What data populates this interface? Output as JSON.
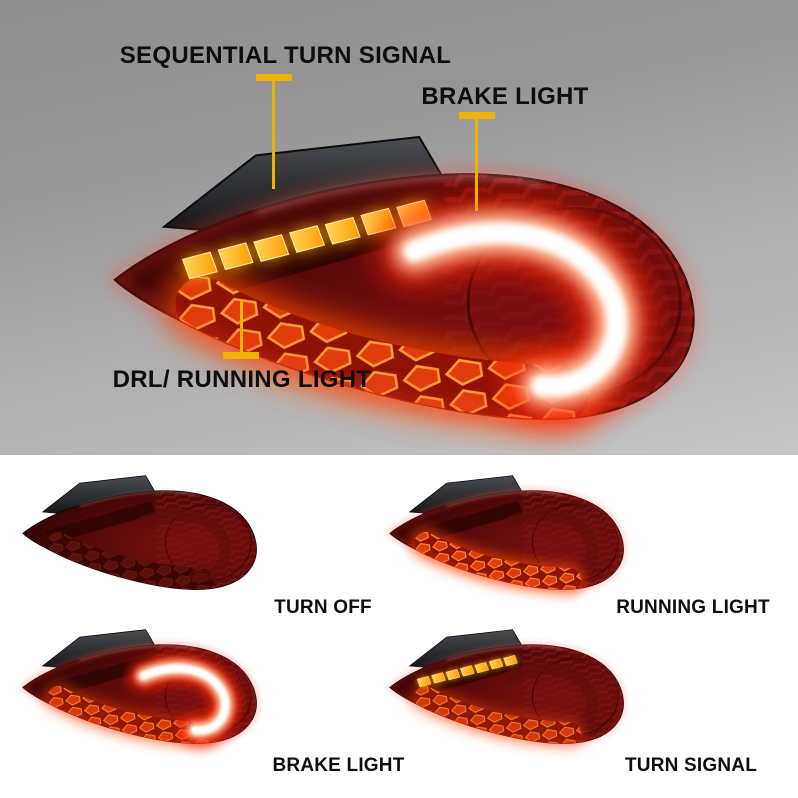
{
  "hero": {
    "callouts": [
      {
        "label": "SEQUENTIAL TURN SIGNAL"
      },
      {
        "label": "BRAKE LIGHT"
      },
      {
        "label": "DRL/ RUNNING LIGHT"
      }
    ]
  },
  "modes": [
    {
      "label": "TURN OFF"
    },
    {
      "label": "RUNNING LIGHT"
    },
    {
      "label": "BRAKE LIGHT"
    },
    {
      "label": "TURN SIGNAL"
    }
  ],
  "colors": {
    "callout_accent": "#efb202",
    "turn_signal_amber": "#ffb300",
    "brake_red": "#e01800",
    "drl_orange": "#ff4a00",
    "shell_dark_red": "#55090a"
  }
}
